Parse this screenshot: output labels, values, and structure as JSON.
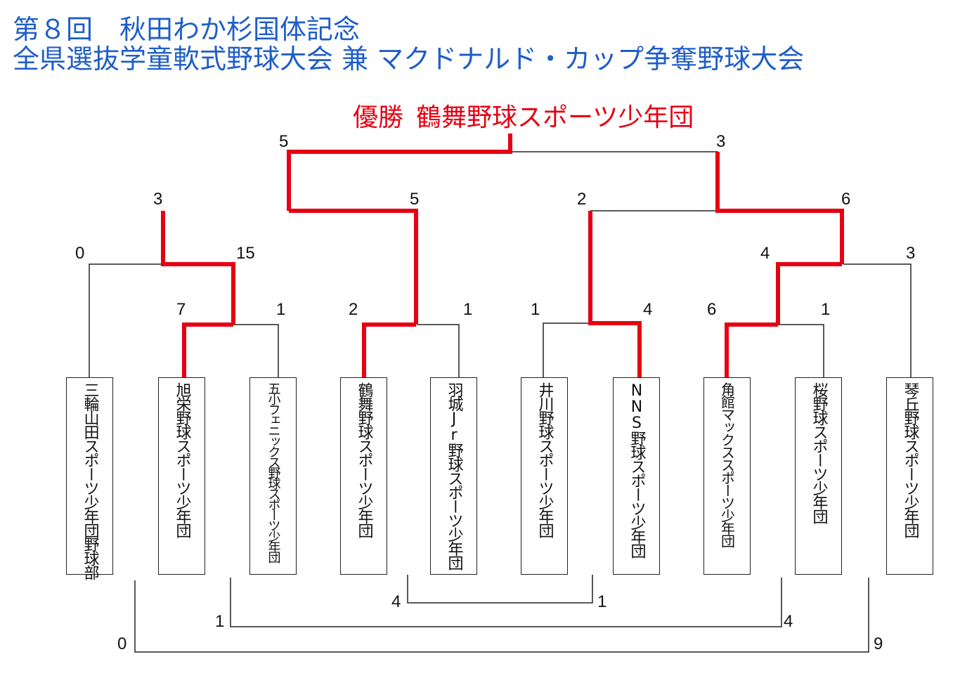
{
  "title_line1": "第８回　秋田わか杉国体記念",
  "title_line2": "全県選抜学童軟式野球大会 兼 マクドナルド・カップ争奪野球大会",
  "champion_label": "優勝",
  "champion_team": "鶴舞野球スポーツ少年団",
  "colors": {
    "title": "#1f5ec8",
    "winner_line": "#e60012",
    "line": "#222222"
  },
  "teams": [
    "三輪山田スポーツ少年団野球部",
    "旭栄野球スポーツ少年団",
    "五小フェニックス野球スポーツ少年団",
    "鶴舞野球スポーツ少年団",
    "羽城Jr野球スポーツ少年団",
    "井川野球スポーツ少年団",
    "NNS野球スポーツ少年団",
    "角館マックススポーツ少年団",
    "桜野球スポーツ少年団",
    "琴丘野球スポーツ少年団"
  ],
  "scores": {
    "final_left": "5",
    "final_right": "3",
    "sf1_left": "3",
    "sf1_right": "5",
    "sf2_left": "2",
    "sf2_right": "6",
    "qa_left": "0",
    "qa_right": "15",
    "qb_left": "4",
    "qb_right": "3",
    "r1_1_left": "7",
    "r1_1_right": "1",
    "r1_2_left": "2",
    "r1_2_right": "1",
    "r1_3_left": "1",
    "r1_3_right": "4",
    "r1_4_left": "6",
    "r1_4_right": "1",
    "cons_inner_left": "4",
    "cons_inner_right": "1",
    "cons_mid_left": "1",
    "cons_mid_right": "4",
    "cons_outer_left": "0",
    "cons_outer_right": "9"
  }
}
